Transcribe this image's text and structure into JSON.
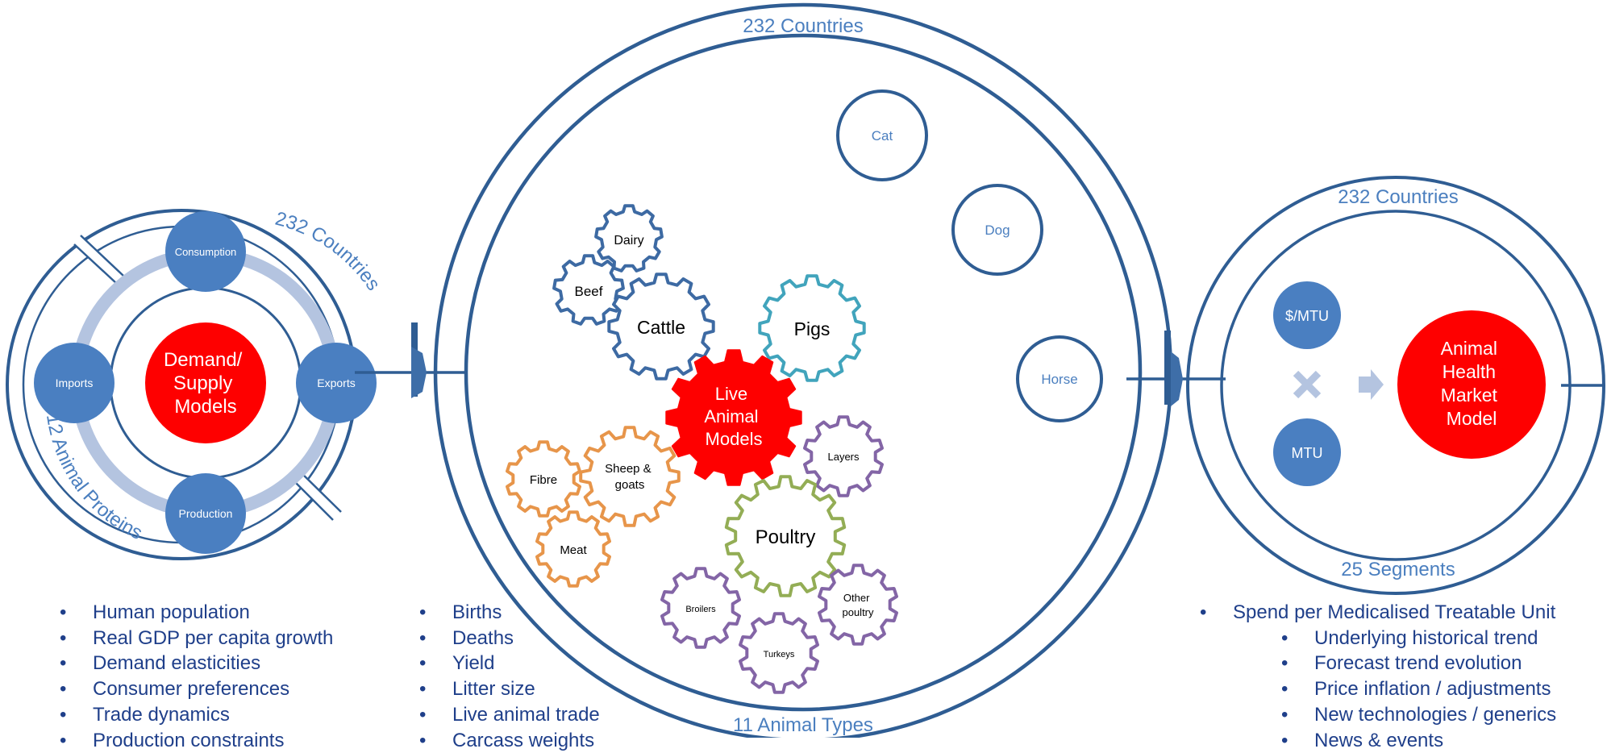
{
  "left_panel": {
    "ring_label_top": "232 Countries",
    "ring_label_bottom": "12 Animal Proteins",
    "center_label_lines": [
      "Demand/",
      "Supply",
      "Models"
    ],
    "nodes": {
      "consumption": "Consumption",
      "imports": "Imports",
      "exports": "Exports",
      "production": "Production"
    },
    "bullets": [
      "Human population",
      "Real GDP per capita growth",
      "Demand elasticities",
      "Consumer preferences",
      "Trade dynamics",
      "Production constraints"
    ]
  },
  "middle_panel": {
    "ring_label_top": "232 Countries",
    "ring_label_bottom": "11 Animal Types",
    "center_label_lines": [
      "Live",
      "Animal",
      "Models"
    ],
    "gears": {
      "dairy": "Dairy",
      "beef": "Beef",
      "cattle": "Cattle",
      "pigs": "Pigs",
      "fibre": "Fibre",
      "sheep_goats_lines": [
        "Sheep &",
        "goats"
      ],
      "meat": "Meat",
      "layers": "Layers",
      "poultry": "Poultry",
      "broilers": "Broilers",
      "turkeys": "Turkeys",
      "other_poultry_lines": [
        "Other",
        "poultry"
      ]
    },
    "companion_animals": {
      "cat": "Cat",
      "dog": "Dog",
      "horse": "Horse"
    },
    "bullets": [
      "Births",
      "Deaths",
      "Yield",
      "Litter size",
      "Live animal trade",
      "Carcass weights"
    ]
  },
  "right_panel": {
    "ring_label_top": "232 Countries",
    "ring_label_bottom": "25 Segments",
    "price_node": "$/MTU",
    "mtu_node": "MTU",
    "center_label_lines": [
      "Animal",
      "Health",
      "Market",
      "Model"
    ],
    "bullets": [
      "Spend per Medicalised Treatable Unit"
    ],
    "sub_bullets": [
      "Underlying historical trend",
      "Forecast trend evolution",
      "Price inflation / adjustments",
      "New technologies / generics",
      "News & events"
    ]
  },
  "colors": {
    "ring_stroke": "#2f5d93",
    "ring_text": "#4b7fbf",
    "node_fill": "#4a7fc1",
    "red_fill": "#fe0000",
    "arc_light": "#b4c4e0",
    "bullet_text": "#1f3f8a",
    "gear_cattle": "#3d6aa3",
    "gear_pigs": "#41a4bc",
    "gear_sheep": "#e7954a",
    "gear_poultry": "#93ad55",
    "gear_birds": "#8365a6"
  }
}
